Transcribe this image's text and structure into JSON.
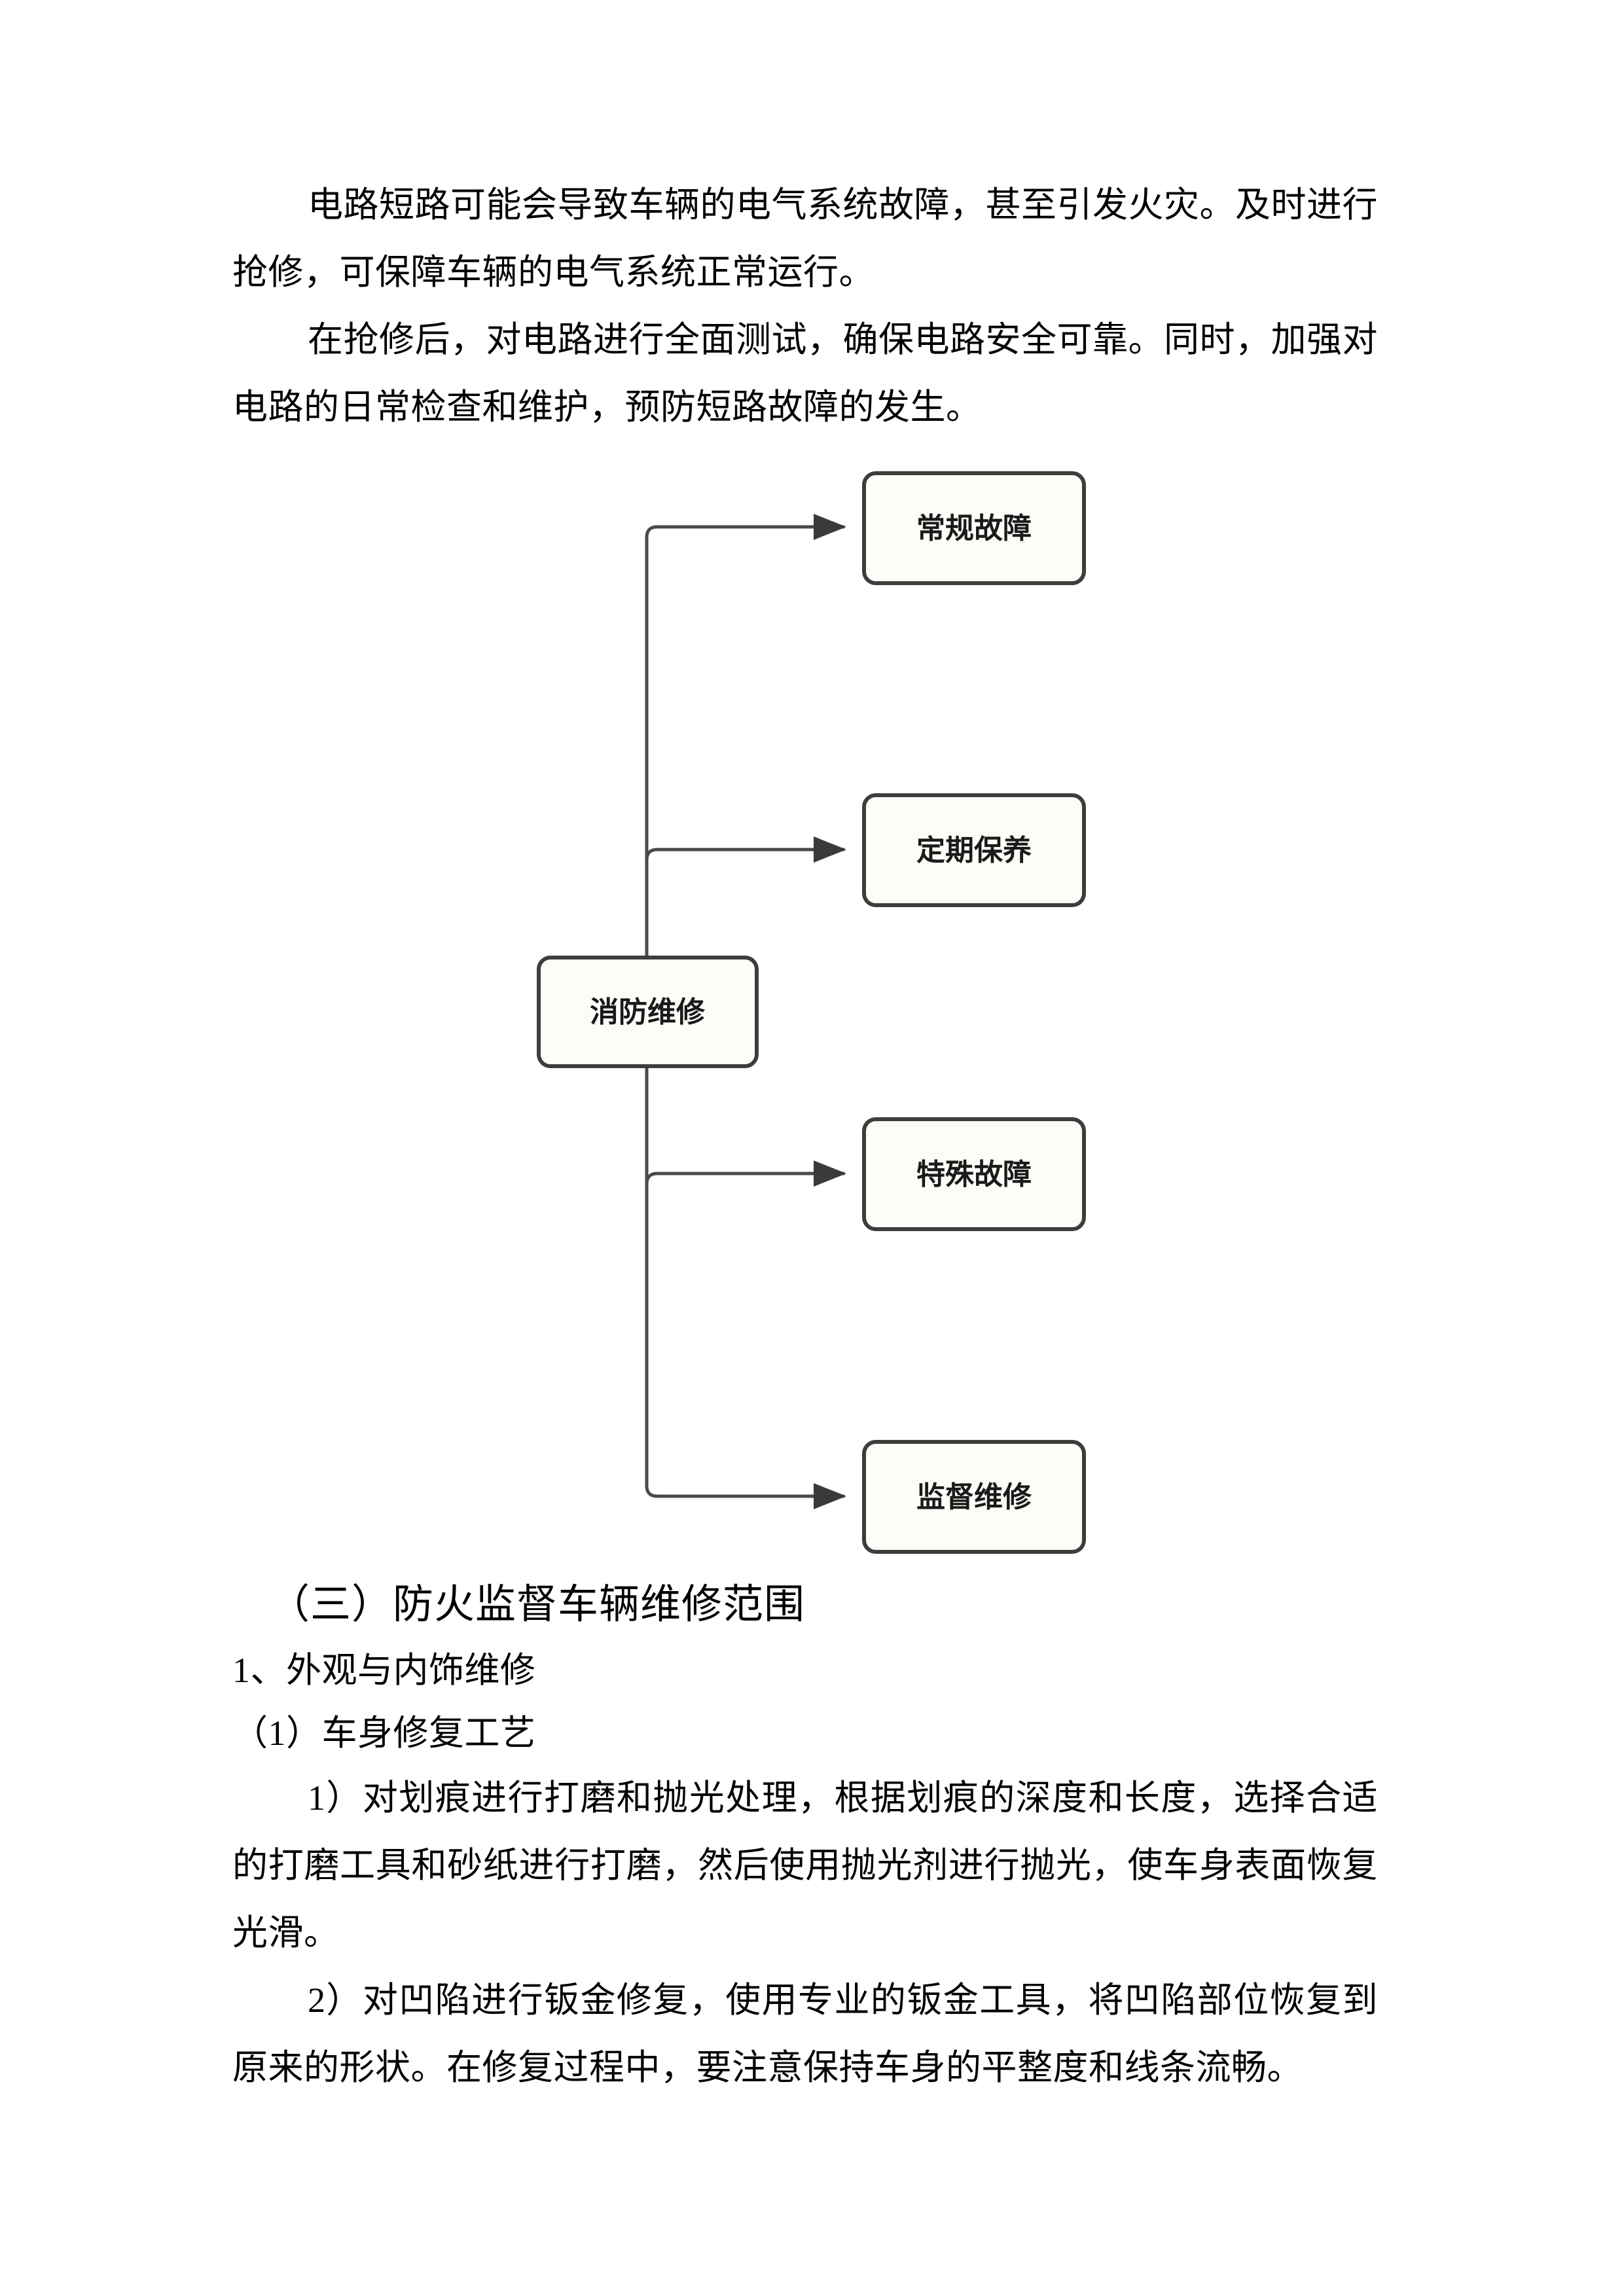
{
  "document": {
    "body_top": {
      "paragraphs": [
        {
          "id": "p1",
          "indent": true,
          "text": "电路短路可能会导致车辆的电气系统故障，甚至引发火灾。及时进行抢修，可保障车辆的电气系统正常运行。"
        },
        {
          "id": "p2",
          "indent": true,
          "text": "在抢修后，对电路进行全面测试，确保电路安全可靠。同时，加强对电路的日常检查和维护，预防短路故障的发生。"
        }
      ]
    },
    "body_bottom": {
      "section_heading": "（三）防火监督车辆维修范围",
      "sub_heading": "1、外观与内饰维修",
      "subsub_heading": "（1）车身修复工艺",
      "paragraphs": [
        {
          "id": "p3",
          "indent": true,
          "text": "1）对划痕进行打磨和抛光处理，根据划痕的深度和长度，选择合适的打磨工具和砂纸进行打磨，然后使用抛光剂进行抛光，使车身表面恢复光滑。"
        },
        {
          "id": "p4",
          "indent": true,
          "text": "2）对凹陷进行钣金修复，使用专业的钣金工具，将凹陷部位恢复到原来的形状。在修复过程中，要注意保持车身的平整度和线条流畅。"
        }
      ]
    }
  },
  "diagram": {
    "type": "tree-flowchart",
    "orientation": "left-to-right",
    "root": {
      "id": "root",
      "label": "消防维修"
    },
    "children": [
      {
        "id": "n1",
        "label": "常规故障"
      },
      {
        "id": "n2",
        "label": "定期保养"
      },
      {
        "id": "n3",
        "label": "特殊故障"
      },
      {
        "id": "n4",
        "label": "监督维修"
      }
    ],
    "edges": [
      {
        "from": "root",
        "to": "n1",
        "arrow": "end"
      },
      {
        "from": "root",
        "to": "n2",
        "arrow": "end"
      },
      {
        "from": "root",
        "to": "n3",
        "arrow": "end"
      },
      {
        "from": "root",
        "to": "n4",
        "arrow": "end"
      }
    ],
    "style": {
      "box_fill": "#fdfdf8",
      "box_stroke": "#3d3d3d",
      "connector_stroke": "#4a4a4a",
      "arrow_fill": "#3a3a3a",
      "corner_radius": 16
    }
  }
}
